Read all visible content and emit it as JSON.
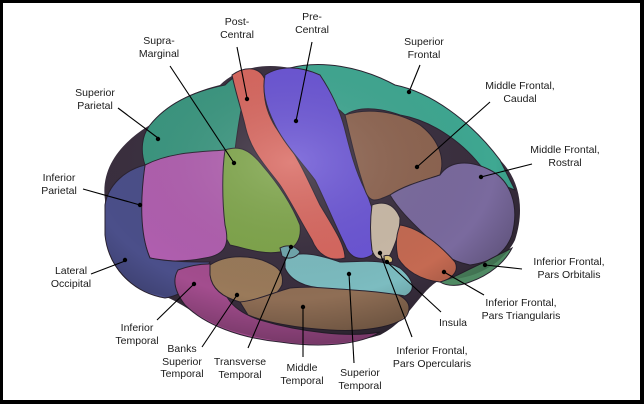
{
  "figure": {
    "regions": [
      {
        "id": "post-central",
        "lines": [
          "Post-",
          "Central"
        ],
        "color": "#d9675f"
      },
      {
        "id": "pre-central",
        "lines": [
          "Pre-",
          "Central"
        ],
        "color": "#6b55d6"
      },
      {
        "id": "supra-marginal",
        "lines": [
          "Supra-",
          "Marginal"
        ],
        "color": "#7fa64a"
      },
      {
        "id": "superior-frontal",
        "lines": [
          "Superior",
          "Frontal"
        ],
        "color": "#3fa892"
      },
      {
        "id": "superior-parietal",
        "lines": [
          "Superior",
          "Parietal"
        ],
        "color": "#3a9780"
      },
      {
        "id": "middle-frontal-caudal",
        "lines": [
          "Middle Frontal,",
          "Caudal"
        ],
        "color": "#8e6450"
      },
      {
        "id": "middle-frontal-rostral",
        "lines": [
          "Middle Frontal,",
          "Rostral"
        ],
        "color": "#7a6a9e"
      },
      {
        "id": "inferior-parietal",
        "lines": [
          "Inferior",
          "Parietal"
        ],
        "color": "#b15fb0"
      },
      {
        "id": "lateral-occipital",
        "lines": [
          "Lateral",
          "Occipital"
        ],
        "color": "#4b4f8a"
      },
      {
        "id": "inferior-frontal-pars-orbitalis",
        "lines": [
          "Inferior Frontal,",
          "Pars Orbitalis"
        ],
        "color": "#4f8a63"
      },
      {
        "id": "inferior-frontal-pars-triangularis",
        "lines": [
          "Inferior Frontal,",
          "Pars Triangularis"
        ],
        "color": "#c56a52"
      },
      {
        "id": "inferior-temporal",
        "lines": [
          "Inferior",
          "Temporal"
        ],
        "color": "#a34d8e"
      },
      {
        "id": "insula",
        "lines": [
          "Insula"
        ],
        "color": "#d8c07a"
      },
      {
        "id": "banks-superior-temporal",
        "lines": [
          "Banks",
          "Superior",
          "Temporal"
        ],
        "color": "#9a7a5a"
      },
      {
        "id": "transverse-temporal",
        "lines": [
          "Transverse",
          "Temporal"
        ],
        "color": "#6fa7ad"
      },
      {
        "id": "middle-temporal",
        "lines": [
          "Middle",
          "Temporal"
        ],
        "color": "#8f6e55"
      },
      {
        "id": "superior-temporal",
        "lines": [
          "Superior",
          "Temporal"
        ],
        "color": "#7cbcc0"
      },
      {
        "id": "inferior-frontal-pars-opercularis",
        "lines": [
          "Inferior Frontal,",
          "Pars Opercularis"
        ],
        "color": "#cbbba8"
      }
    ]
  }
}
